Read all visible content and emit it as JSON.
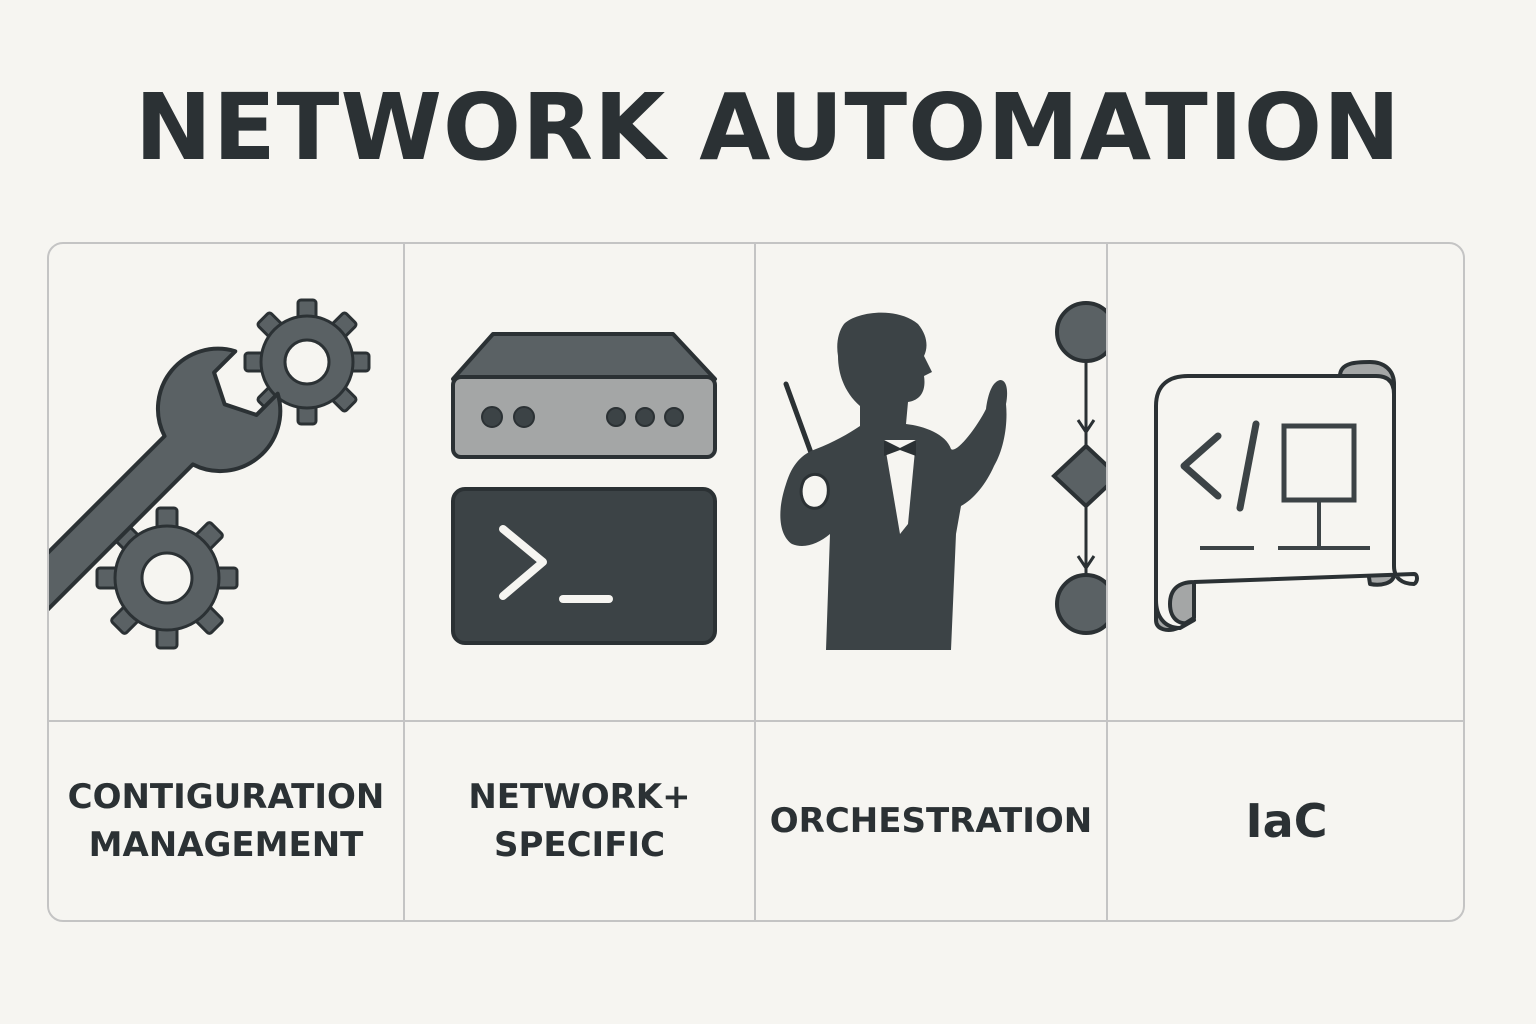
{
  "title": "NETWORK AUTOMATION",
  "colors": {
    "background": "#f6f5f1",
    "dark": "#3c4346",
    "mid": "#5a6164",
    "light": "#a4a6a6",
    "border": "#c4c4c4"
  },
  "columns": [
    {
      "icon": "wrench-and-gears-icon",
      "label": "CONTIGURATION\nMANAGEMENT"
    },
    {
      "icon": "network-device-and-terminal-icon",
      "label": "NETWORK+\nSPECIFIC"
    },
    {
      "icon": "conductor-and-flowchart-icon",
      "label": "ORCHESTRATION"
    },
    {
      "icon": "code-blueprint-scroll-icon",
      "label": "IaC"
    }
  ]
}
